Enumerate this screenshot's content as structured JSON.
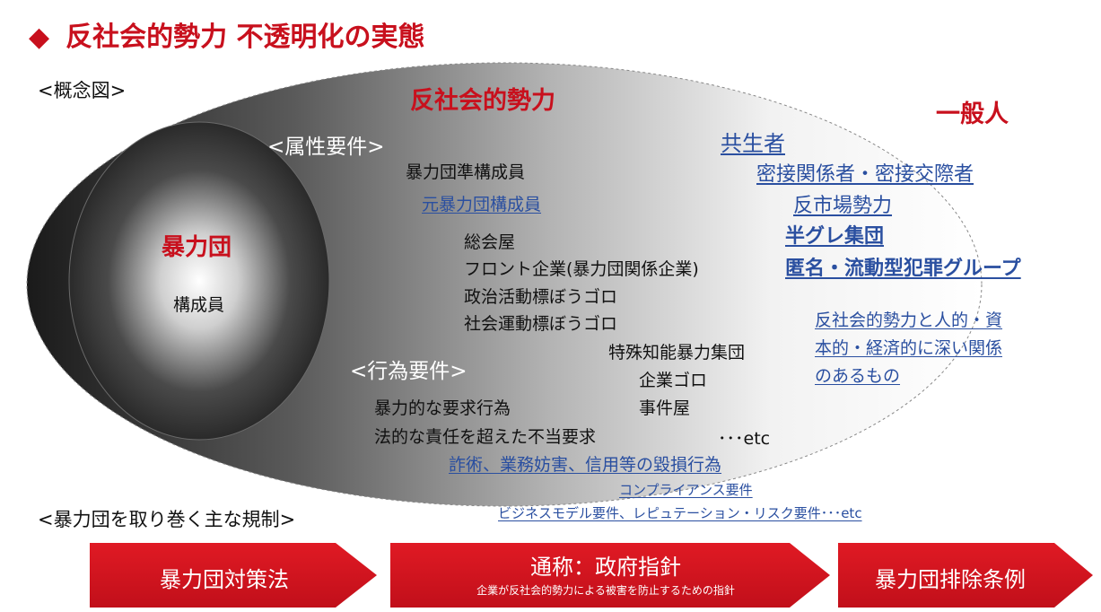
{
  "title": {
    "icon": "diamond-icon",
    "marker": "◆",
    "text": "反社会的勢力 不透明化の実態"
  },
  "concept_label": "<概念図>",
  "core": {
    "title": "暴力団",
    "sub": "構成員"
  },
  "outer": {
    "title": "反社会的勢力",
    "general": "一般人"
  },
  "attribute": {
    "label": "<属性要件>",
    "items": [
      "暴力団準構成員",
      "元暴力団構成員",
      "総会屋",
      "フロント企業(暴力団関係企業)",
      "政治活動標ぼうゴロ",
      "社会運動標ぼうゴロ",
      "特殊知能暴力集団",
      "企業ゴロ",
      "事件屋",
      "･･･etc"
    ]
  },
  "behavior": {
    "label": "<行為要件>",
    "items": [
      "暴力的な要求行為",
      "法的な責任を超えた不当要求",
      "詐術、業務妨害、信用等の毀損行為"
    ]
  },
  "right_side": {
    "items": [
      "共生者",
      "密接関係者・密接交際者",
      "反市場勢力",
      "半グレ集団",
      "匿名・流動型犯罪グループ"
    ],
    "relation": [
      "反社会的勢力と人的・資",
      "本的・経済的に深い関係",
      "のあるもの"
    ]
  },
  "compliance": {
    "line1": "コンプライアンス要件",
    "line2": "ビジネスモデル要件、レピュテーション・リスク要件･･･etc"
  },
  "regulations": {
    "label": "<暴力団を取り巻く主な規制>",
    "arrows": [
      {
        "main": "暴力団対策法",
        "sub": ""
      },
      {
        "main": "通称：政府指針",
        "sub": "企業が反社会的勢力による被害を防止するための指針"
      },
      {
        "main": "暴力団排除条例",
        "sub": ""
      }
    ]
  },
  "colors": {
    "accent_red": "#c8101d",
    "link_blue": "#2a4fa0",
    "arrow_red": "#d7131f"
  }
}
